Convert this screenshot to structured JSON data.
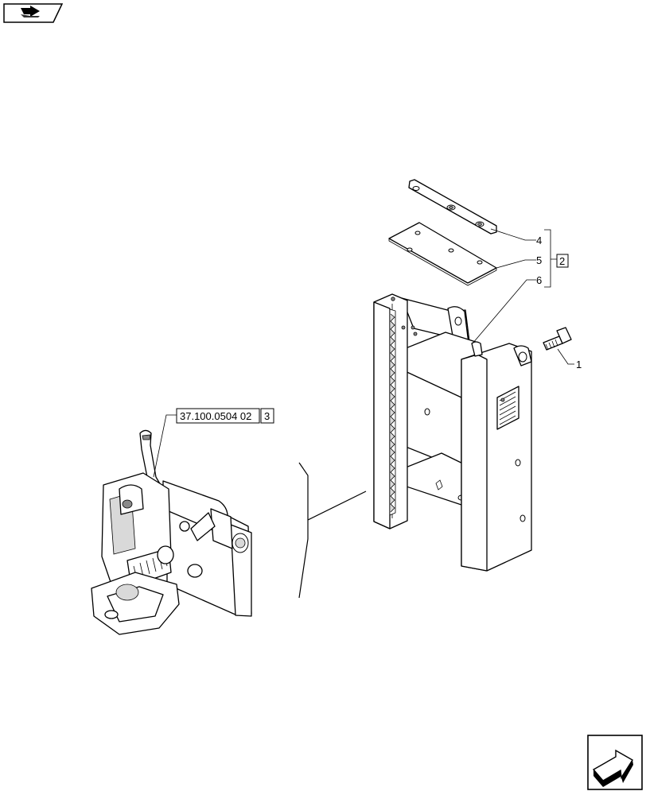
{
  "callouts": {
    "item_1": "1",
    "item_4": "4",
    "item_5": "5",
    "item_6": "6",
    "kit_ref": "2",
    "xref_code": "37.100.0504 02",
    "xref_item": "3"
  },
  "icons": {
    "top_left": "next-page-arrow-icon",
    "bottom_right": "navigate-arrow-icon"
  }
}
